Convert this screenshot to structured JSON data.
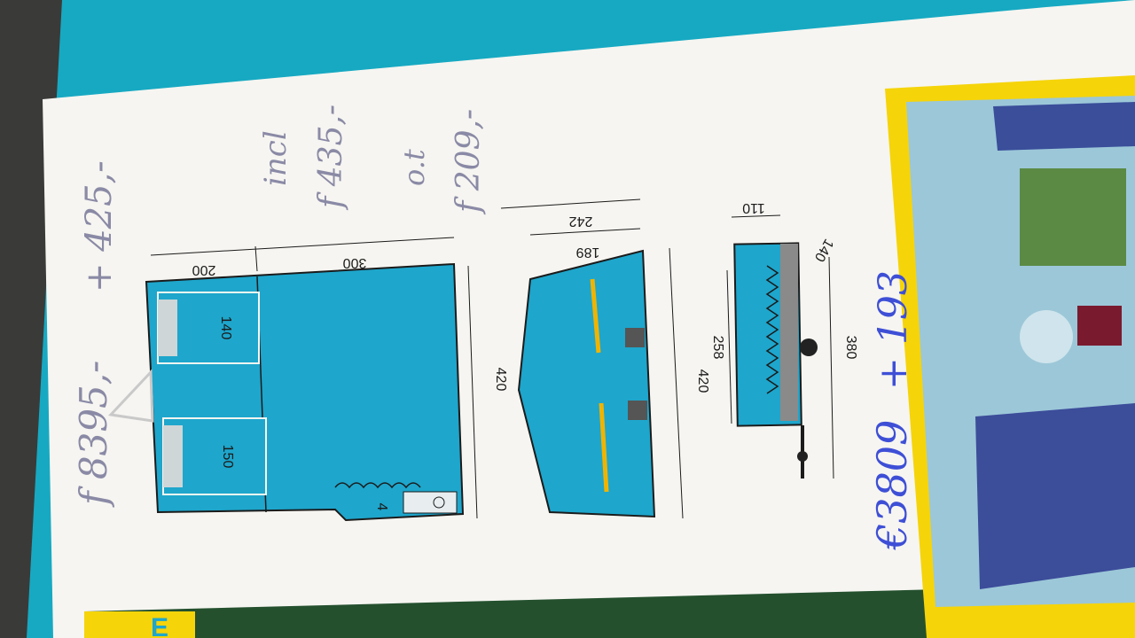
{
  "brochure": {
    "dimensions": {
      "width_segment_1": "200",
      "width_segment_2": "300",
      "floorplan_depth": "420",
      "front_width_outer": "242",
      "front_width_inner": "189",
      "front_depth": "420",
      "trailer_height": "110",
      "trailer_top": "140",
      "trailer_box_length": "258",
      "trailer_total_length": "380"
    },
    "bed_labels": [
      "140",
      "150"
    ],
    "kitchen_label": "4"
  },
  "handwritten_notes": {
    "price_1": "f 8395,-",
    "plus_1": "+ 425,-",
    "incl": "incl",
    "price_2": "f 435,-",
    "o_t": "o.t",
    "price_3": "f 209,-",
    "euro_total": "€3809",
    "euro_plus": "+ 193"
  },
  "colors": {
    "tent_blue": "#1ea6cc",
    "paper": "#f6f5f1",
    "ink_grey": "#8a8aa6",
    "ink_blue": "#3e4fd6",
    "brochure_yellow": "#f5d40a"
  }
}
